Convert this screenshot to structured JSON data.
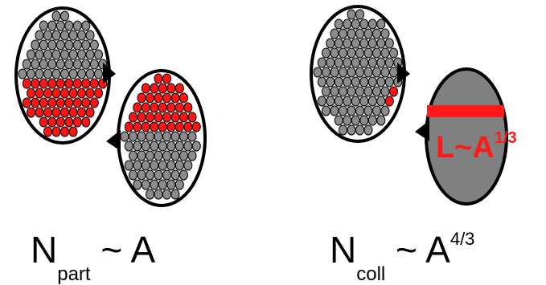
{
  "colors": {
    "nucleon_gray": "#8c8c8c",
    "nucleon_red": "#ff1414",
    "overlap_gray": "#808080",
    "outline": "#000000",
    "highlight": "#ff1a1a"
  },
  "left_panel": {
    "formula": {
      "symbol": "N",
      "subscript": "part",
      "relation": " ~ A"
    }
  },
  "right_panel": {
    "formula": {
      "symbol": "N",
      "subscript": "coll",
      "relation": " ~ A",
      "exponent": "4/3"
    },
    "path_label": {
      "base": "L~A",
      "exponent": "1/3"
    }
  }
}
